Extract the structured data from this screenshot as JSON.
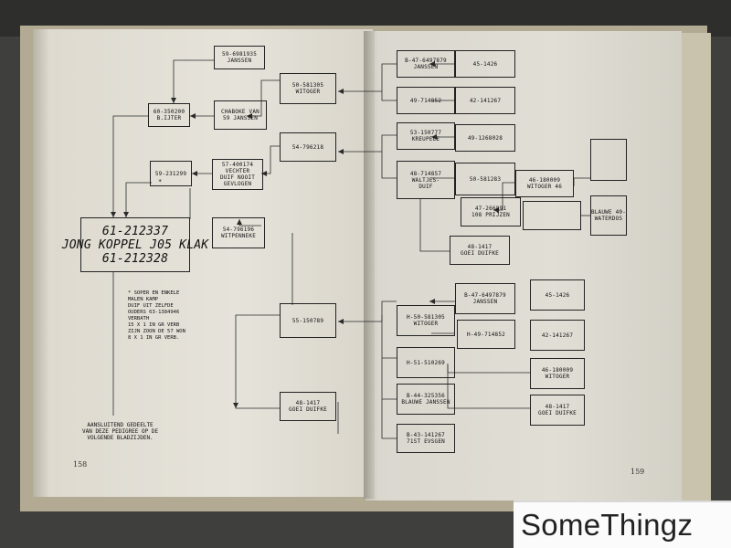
{
  "left_page": {
    "boxes": {
      "b59_6981935": [
        "59-6981935",
        "JANSSEN"
      ],
      "b60_350200": [
        "60-350200",
        "B.IJTER"
      ],
      "b_chabokee": [
        "CHABOKE VAN",
        "59 JANSSEN"
      ],
      "b50_5813": [
        "50-581305",
        "WITOGER"
      ],
      "b59_231299": [
        "59-231299"
      ],
      "b57_400174": [
        "57-400174",
        "VECHTER",
        "DUIF NOOIT",
        "GEVLOGEN"
      ],
      "b54_796218": [
        "54-796218"
      ],
      "b61_main": [
        "61-212337",
        "JONG KOPPEL J05 KLAK",
        "61-212328"
      ],
      "b54_796196": [
        "54-796196",
        "WITPENNEKE"
      ],
      "b55_150789": [
        "55-150789"
      ],
      "b48_1417": [
        "48-1417",
        "GOEI DUIFKE"
      ]
    },
    "star": "*",
    "note": [
      "* SOPER EN ENKELE",
      "MALEN KAMP",
      "DUIF UIT ZELFDE",
      "OUDERS 63-1384946",
      "VERBATH",
      "15 X 1 IN GR VERB",
      "ZIJN ZOON DE 57 WON",
      "8 X 1 IN GR VERB."
    ],
    "footer": [
      "AANSLUITEND GEDEELTE",
      "VAN DEZE PEDIGREE OP DE",
      "VOLGENDE BLADZIJDEN."
    ],
    "page_number": "158"
  },
  "right_page": {
    "boxes": {
      "r_b47_6497879": [
        "B-47-6497879",
        "JANSSEN"
      ],
      "r_45_1426": [
        "45-1426"
      ],
      "r_49_714852": [
        "49-714852"
      ],
      "r_42_141267": [
        "42-141267"
      ],
      "r_53_150777": [
        "53-150777",
        "KREUPELE"
      ],
      "r_49_1268028": [
        "49-1268028"
      ],
      "r_48_714857": [
        "48-714857",
        "WALTJES-",
        "DUIF"
      ],
      "r_50_581283": [
        "50-581283"
      ],
      "r_46_180009": [
        "46-180009",
        "WITOGER 46"
      ],
      "r_47_266891": [
        "47-266891",
        "108 PRIJZEN"
      ],
      "r_blank1": [],
      "r_blank2": [],
      "r_blauwe40": [
        "BLAUWE 40-",
        "WATERDOS"
      ],
      "r_48_1417": [
        "48-1417",
        "GOEI DUIFKE"
      ],
      "r_b47_6497879b": [
        "B-47-6497879",
        "JANSSEN"
      ],
      "r_45_1426b": [
        "45-1426"
      ],
      "r_h50_581305": [
        "H-50-581305",
        "WITOGER"
      ],
      "r_h49_714852": [
        "H-49-714852"
      ],
      "r_42_141267b": [
        "42-141267"
      ],
      "r_h51_510269": [
        "H-51-510269"
      ],
      "r_46_180009b": [
        "46-180009",
        "WITOGER"
      ],
      "r_b44_325356": [
        "B-44-325356",
        "BLAUWE JANSSEN"
      ],
      "r_48_1417b": [
        "48-1417",
        "GOEI DUIFKE"
      ],
      "r_b43_141267": [
        "B-43-141267",
        "71ST EVSGEN"
      ]
    },
    "page_number": "159"
  },
  "watermark": "SomeThingz"
}
